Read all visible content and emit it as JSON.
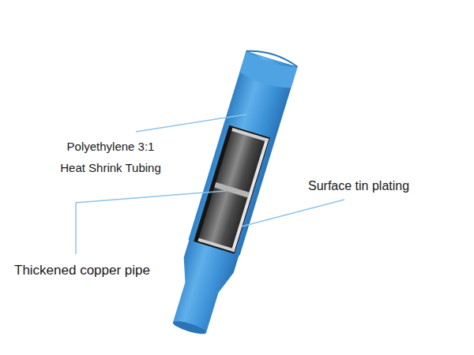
{
  "diagram": {
    "labels": [
      "Polyethylene 3:1 Heat Shrink Tubing",
      "Surface tin plating",
      "Thickened copper pipe"
    ]
  }
}
